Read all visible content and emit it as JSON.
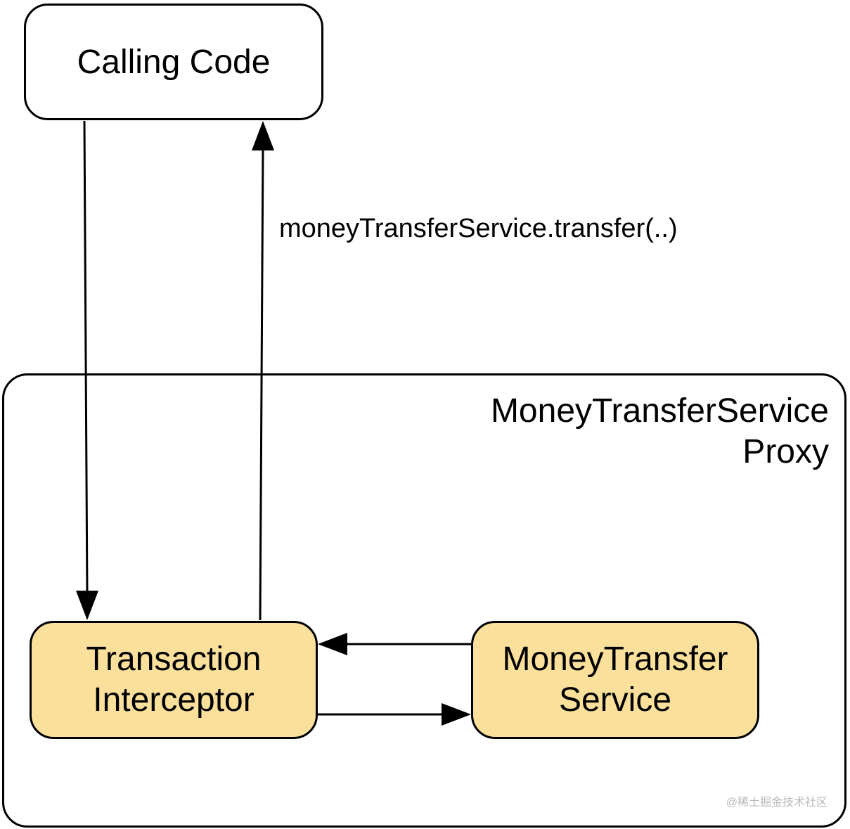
{
  "nodes": {
    "calling_code": "Calling Code",
    "proxy": {
      "line1": "MoneyTransferService",
      "line2": "Proxy"
    },
    "interceptor": {
      "line1": "Transaction",
      "line2": "Interceptor"
    },
    "service": {
      "line1": "MoneyTransfer",
      "line2": "Service"
    }
  },
  "edges": {
    "call_label": "moneyTransferService.transfer(..)"
  },
  "watermark": "@稀土掘金技术社区",
  "colors": {
    "stroke": "#000000",
    "node_fill": "#fae09b",
    "background": "#ffffff"
  }
}
